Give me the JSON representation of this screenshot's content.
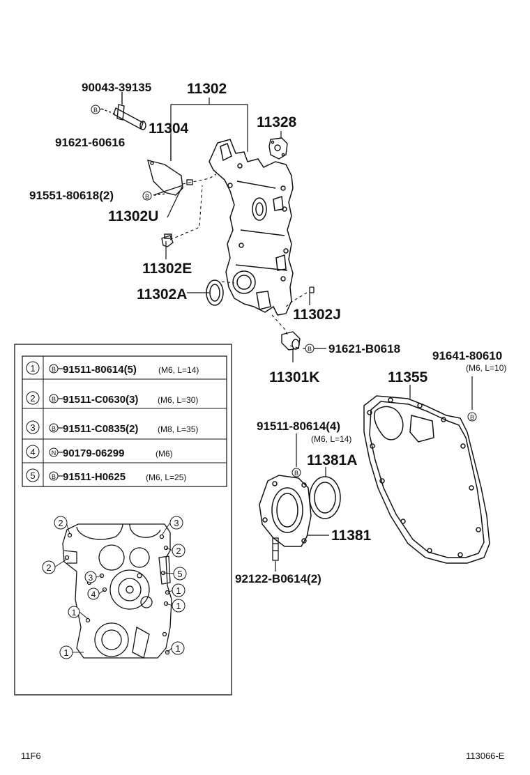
{
  "callouts": {
    "p90043": "90043-39135",
    "p11302": "11302",
    "p11304": "11304",
    "p91621_60616": "91621-60616",
    "p11328": "11328",
    "p91551": "91551-80618(2)",
    "p11302U": "11302U",
    "p11302E": "11302E",
    "p11302A": "11302A",
    "p11302J": "11302J",
    "p91621_B0618": "91621-B0618",
    "p11301K": "11301K",
    "p91641": "91641-80610",
    "p91641_spec": "(M6, L=10)",
    "p11355": "11355",
    "p91511_80614_4": "91511-80614(4)",
    "p91511_spec": "(M6, L=14)",
    "p11381A": "11381A",
    "p11381": "11381",
    "p92122": "92122-B0614(2)"
  },
  "symbols": {
    "bolt": "B",
    "nut": "N"
  },
  "legend": {
    "rows": [
      {
        "num": "1",
        "sym": "B",
        "part": "91511-80614(5)",
        "spec": "(M6, L=14)"
      },
      {
        "num": "2",
        "sym": "B",
        "part": "91511-C0630(3)",
        "spec": "(M6, L=30)"
      },
      {
        "num": "3",
        "sym": "B",
        "part": "91511-C0835(2)",
        "spec": "(M8, L=35)"
      },
      {
        "num": "4",
        "sym": "N",
        "part": "90179-06299",
        "spec": "(M6)"
      },
      {
        "num": "5",
        "sym": "B",
        "part": "91511-H0625",
        "spec": "(M6, L=25)"
      }
    ]
  },
  "positions": {
    "n2": "2",
    "n3": "3",
    "n5": "5",
    "n4": "4",
    "n1": "1"
  },
  "footer": {
    "left": "11F6",
    "right": "113066-E"
  }
}
